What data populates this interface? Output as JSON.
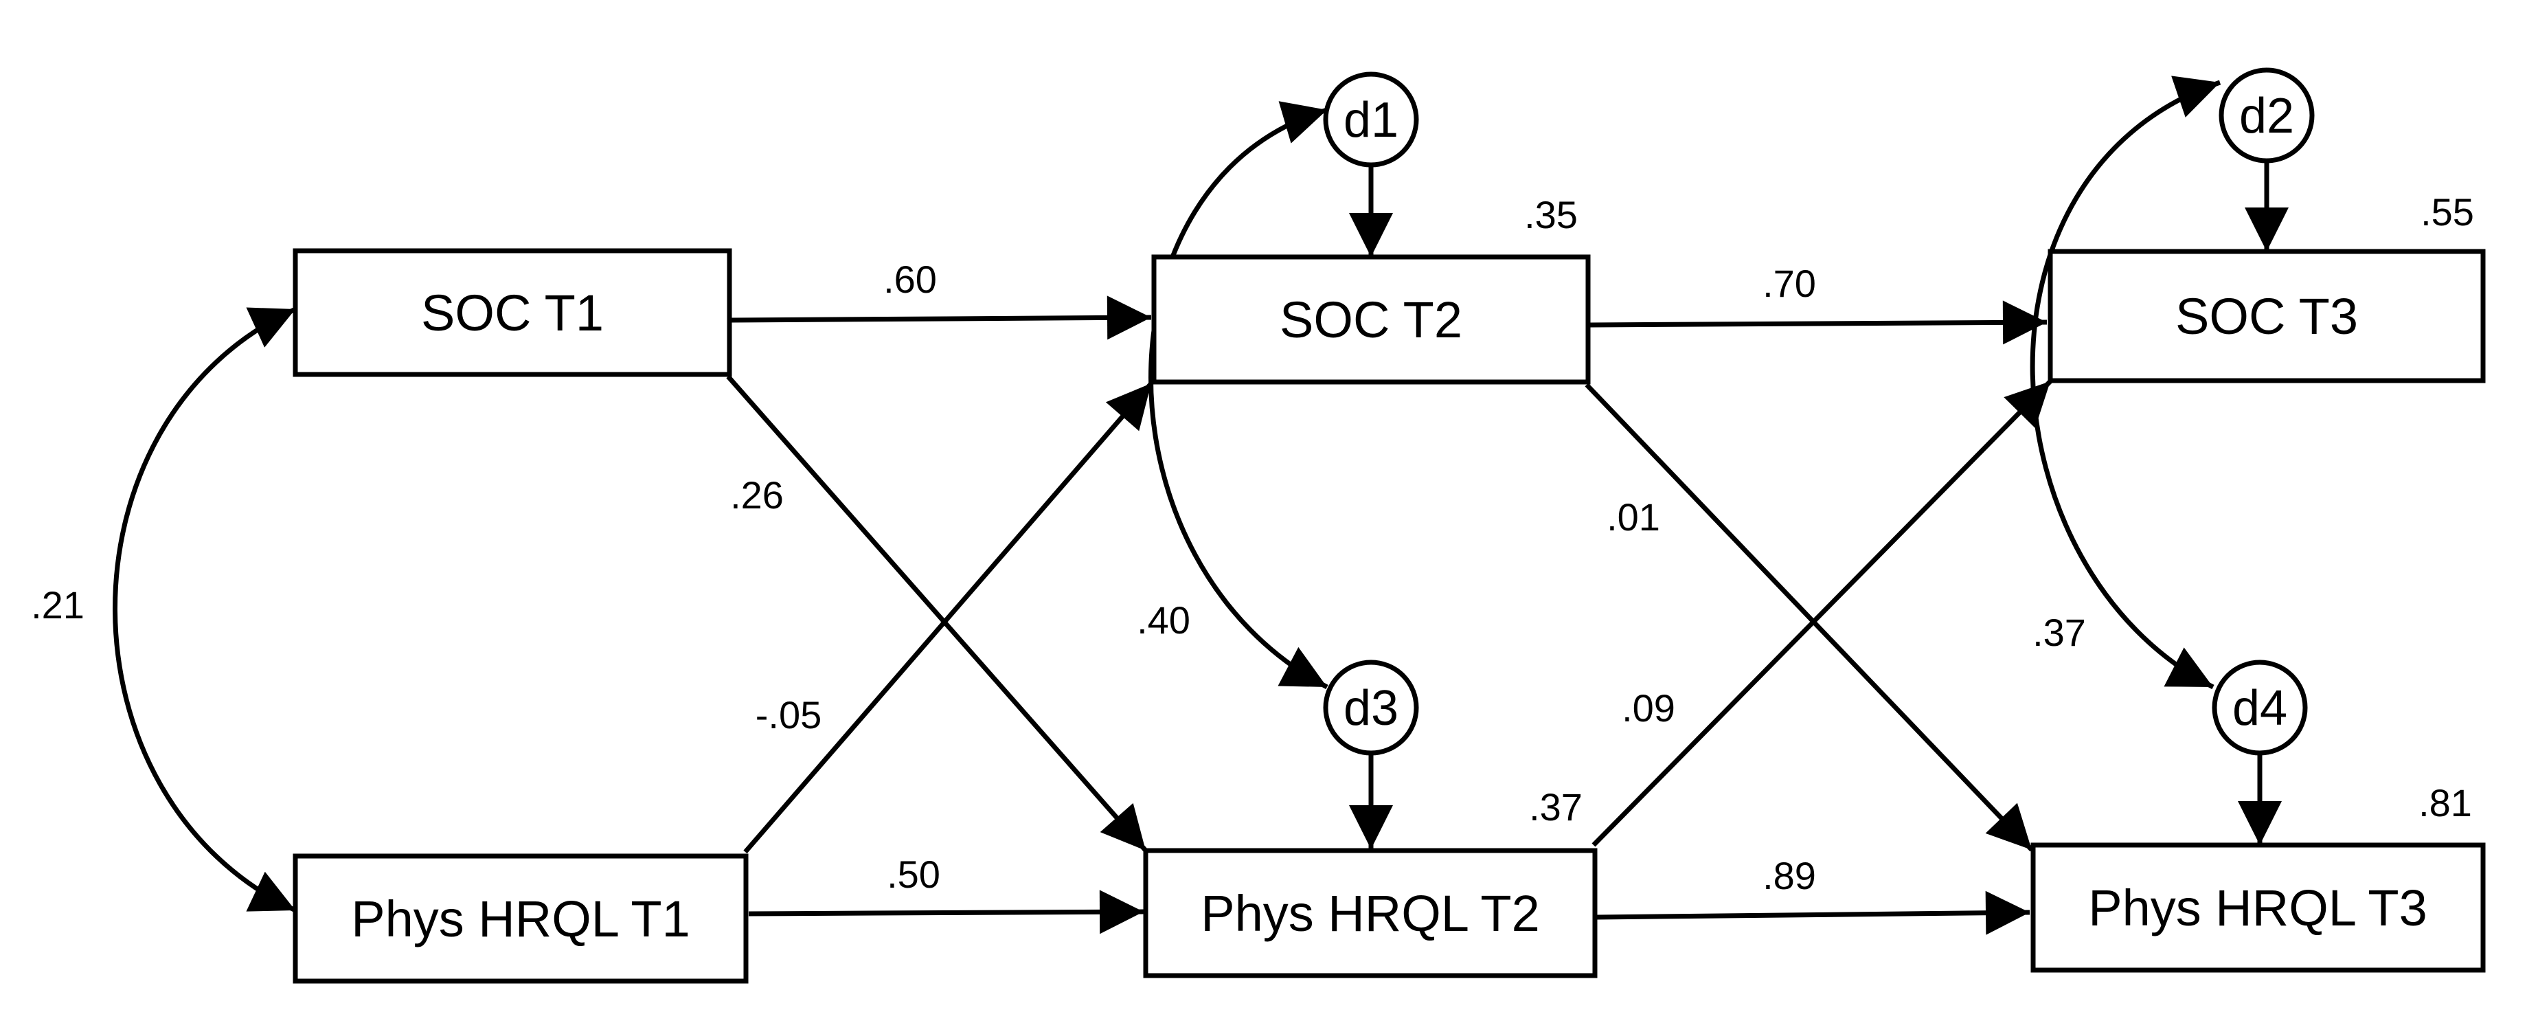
{
  "nodes": {
    "soc_t1": "SOC T1",
    "soc_t2": "SOC T2",
    "soc_t3": "SOC T3",
    "phys_t1": "Phys HRQL T1",
    "phys_t2": "Phys HRQL T2",
    "phys_t3": "Phys HRQL T3",
    "d1": "d1",
    "d2": "d2",
    "d3": "d3",
    "d4": "d4"
  },
  "r_squared": {
    "soc_t2": ".35",
    "soc_t3": ".55",
    "phys_t2": ".37",
    "phys_t3": ".81"
  },
  "paths": {
    "soc_t1_to_soc_t2": ".60",
    "soc_t2_to_soc_t3": ".70",
    "phys_t1_to_phys_t2": ".50",
    "phys_t2_to_phys_t3": ".89",
    "soc_t1_to_phys_t2": ".26",
    "phys_t1_to_soc_t2": "-.05",
    "soc_t2_to_phys_t3": ".01",
    "phys_t2_to_soc_t3": ".09"
  },
  "covariances": {
    "soc_t1_phys_t1": ".21",
    "d1_d3": ".40",
    "d2_d4": ".37"
  }
}
